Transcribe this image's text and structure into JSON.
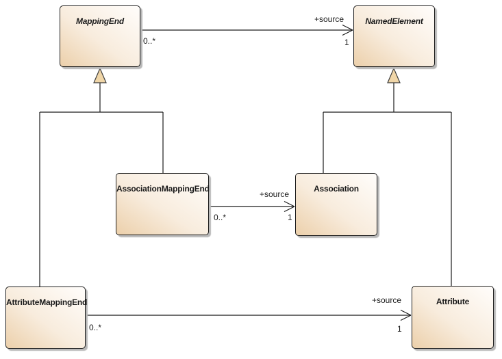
{
  "diagram_type": "uml-class-diagram",
  "classes": [
    {
      "name": "MappingEnd",
      "abstract": true
    },
    {
      "name": "NamedElement",
      "abstract": true
    },
    {
      "name": "AssociationMappingEnd",
      "abstract": false
    },
    {
      "name": "Association",
      "abstract": false
    },
    {
      "name": "AttributeMappingEnd",
      "abstract": false
    },
    {
      "name": "Attribute",
      "abstract": false
    }
  ],
  "associations": [
    {
      "from": "MappingEnd",
      "to": "NamedElement",
      "role": "+source",
      "source_multiplicity": "0..*",
      "target_multiplicity": "1"
    },
    {
      "from": "AssociationMappingEnd",
      "to": "Association",
      "role": "+source",
      "source_multiplicity": "0..*",
      "target_multiplicity": "1"
    },
    {
      "from": "AttributeMappingEnd",
      "to": "Attribute",
      "role": "+source",
      "source_multiplicity": "0..*",
      "target_multiplicity": "1"
    }
  ],
  "generalizations": [
    {
      "child": "AssociationMappingEnd",
      "parent": "MappingEnd"
    },
    {
      "child": "AttributeMappingEnd",
      "parent": "MappingEnd"
    },
    {
      "child": "Association",
      "parent": "NamedElement"
    },
    {
      "child": "Attribute",
      "parent": "NamedElement"
    }
  ],
  "colors": {
    "background": "#ffffff",
    "box_fill_gradient_start": "#ecd0ab",
    "box_fill_gradient_end": "#fffdfb",
    "box_border": "#1c1c1c",
    "triangle_fill": "#f0d6a8",
    "connector_line": "#1b1b1b",
    "box_shadow": "#b9b9b9",
    "text": "#1a1a1a"
  }
}
